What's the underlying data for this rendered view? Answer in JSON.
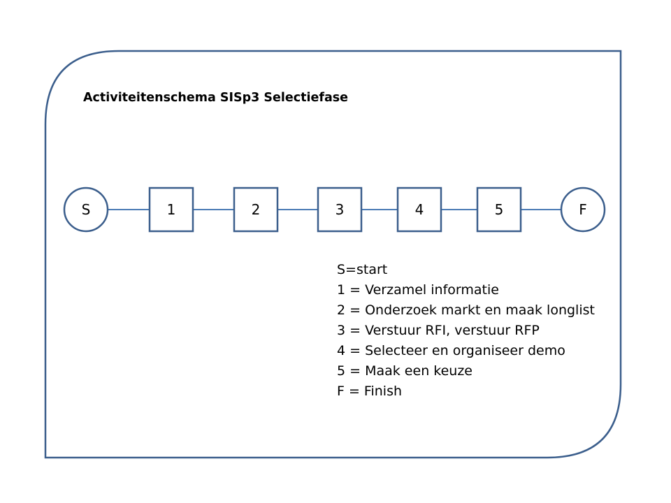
{
  "title": "Activiteitenschema SISp3   Selectiefase",
  "colors": {
    "border": "#3b5e8c",
    "connector": "#4a7ab5",
    "node_stroke": "#3b5e8c",
    "node_fill": "#ffffff"
  },
  "nodes": [
    {
      "label": "S",
      "shape": "circle"
    },
    {
      "label": "1",
      "shape": "square"
    },
    {
      "label": "2",
      "shape": "square"
    },
    {
      "label": "3",
      "shape": "square"
    },
    {
      "label": "4",
      "shape": "square"
    },
    {
      "label": "5",
      "shape": "square"
    },
    {
      "label": "F",
      "shape": "circle"
    }
  ],
  "legend": [
    "S=start",
    "1 = Verzamel informatie",
    "2 = Onderzoek markt en maak longlist",
    "3 = Verstuur RFI, verstuur RFP",
    "4 = Selecteer en organiseer demo",
    "5 = Maak een keuze",
    "F = Finish"
  ]
}
